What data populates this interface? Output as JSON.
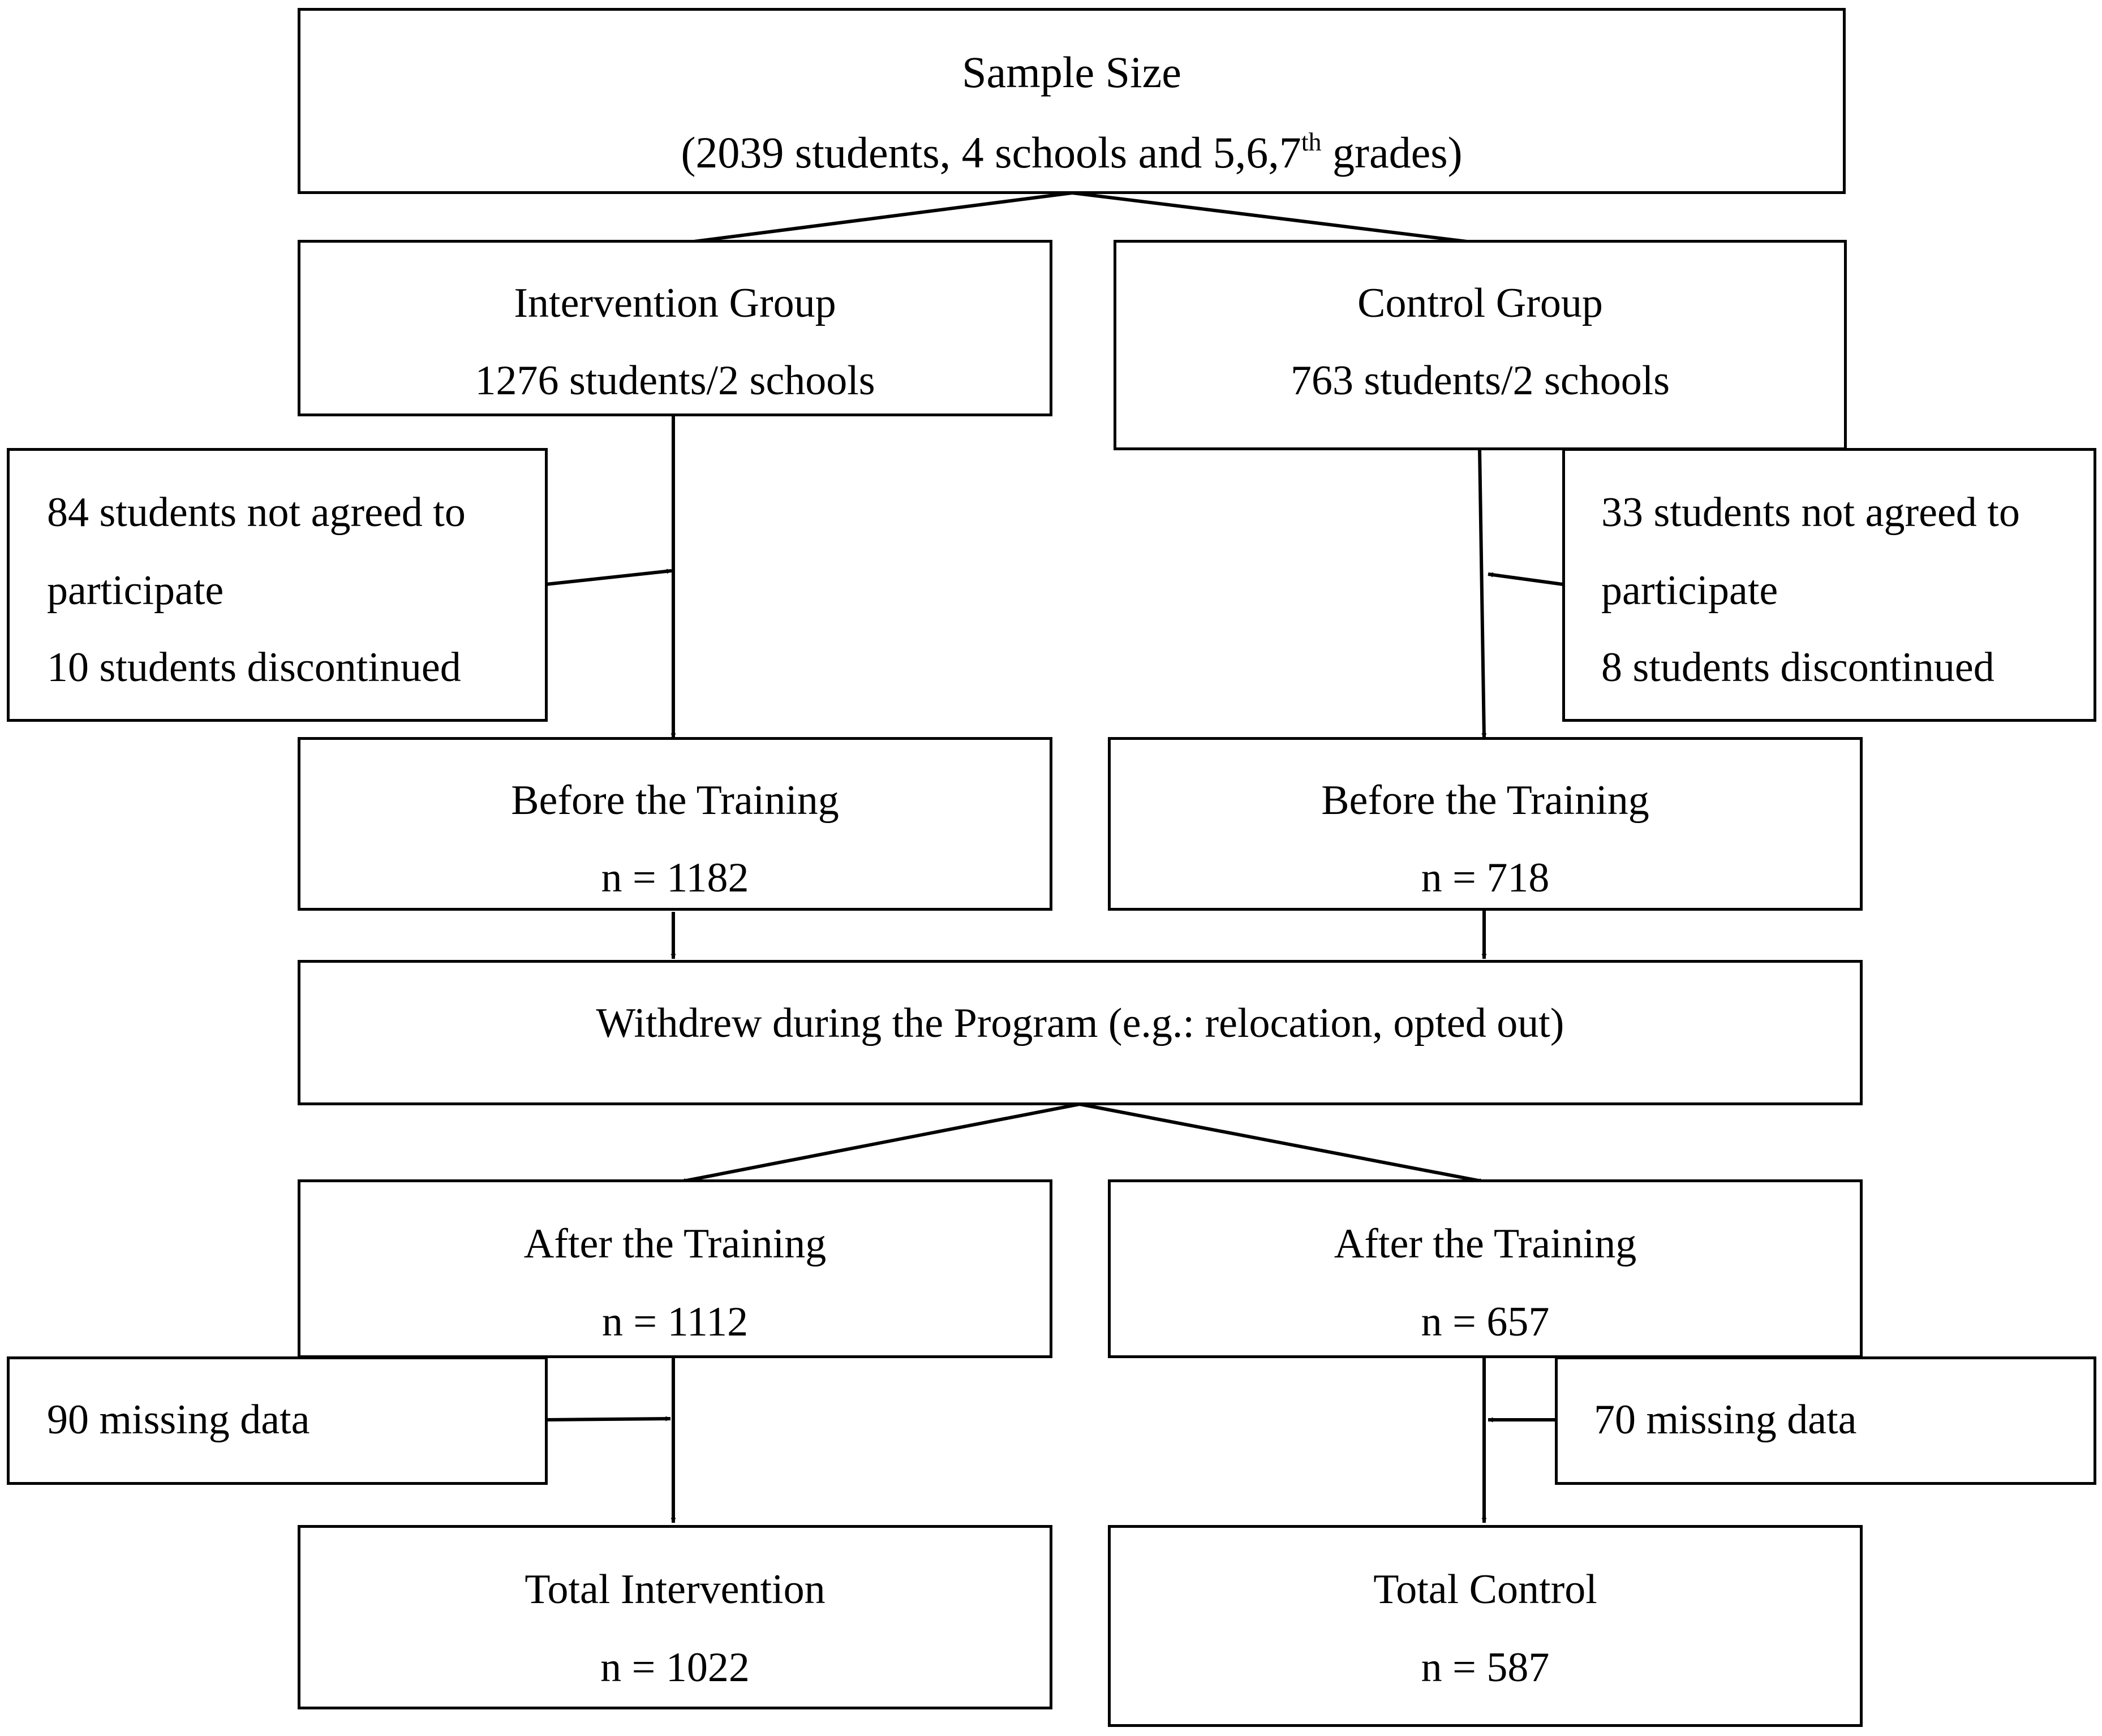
{
  "sample": {
    "title": "Sample Size",
    "detail_prefix": "(2039 students, 4 schools and 5,6,7",
    "detail_sup": "th",
    "detail_suffix": " grades)"
  },
  "intervention": {
    "group_title": "Intervention Group",
    "group_count": "1276 students/2 schools",
    "excluded": [
      "84 students not agreed to",
      "participate",
      "10 students discontinued"
    ],
    "before_title": "Before the Training",
    "before_n": "n = 1182",
    "after_title": "After the Training",
    "after_n": "n = 1112",
    "missing": "90 missing data",
    "total_title": "Total Intervention",
    "total_n": "n = 1022"
  },
  "control": {
    "group_title": "Control Group",
    "group_count": "763 students/2 schools",
    "excluded": [
      "33 students not agreed to",
      "participate",
      "8 students discontinued"
    ],
    "before_title": "Before the Training",
    "before_n": "n = 718",
    "after_title": "After the Training",
    "after_n": "n = 657",
    "missing": "70 missing data",
    "total_title": "Total Control",
    "total_n": "n = 587"
  },
  "withdrew": "Withdrew during the Program (e.g.: relocation, opted out)"
}
